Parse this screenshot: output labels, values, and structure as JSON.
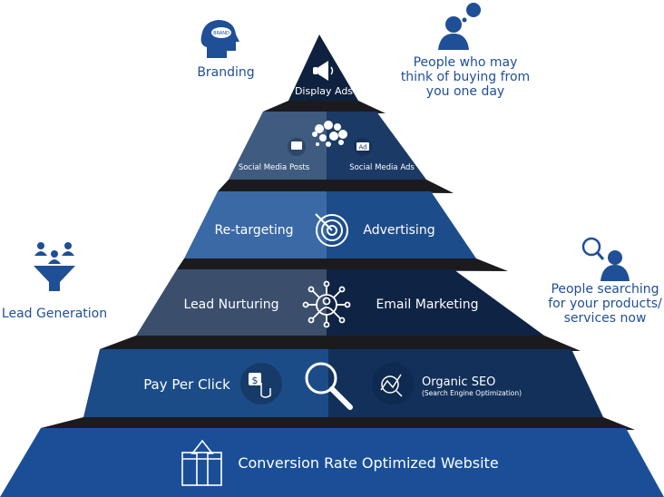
{
  "side_labels": {
    "branding": "Branding",
    "brand_icon_text": "BRAND",
    "buyers": [
      "People who may",
      "think of buying from",
      "you one day"
    ],
    "lead_generation": "Lead Generation",
    "searchers": [
      "People searching",
      "for your products/",
      "services now"
    ]
  },
  "pyramid": {
    "level1": {
      "label": "Display Ads"
    },
    "level2": {
      "left": "Social Media Posts",
      "right": "Social Media Ads",
      "ad_badge": "Ad"
    },
    "level3": {
      "left": "Re-targeting",
      "right": "Advertising"
    },
    "level4": {
      "left": "Lead Nurturing",
      "right": "Email Marketing"
    },
    "level5": {
      "left": "Pay Per Click",
      "right": "Organic SEO",
      "right_sub": "(Search Engine Optimization)",
      "dollar": "$"
    },
    "level6": {
      "label": "Conversion Rate Optimized Website"
    }
  },
  "colors": {
    "side_text": "#1f4f96",
    "navy": "#0e2240"
  }
}
